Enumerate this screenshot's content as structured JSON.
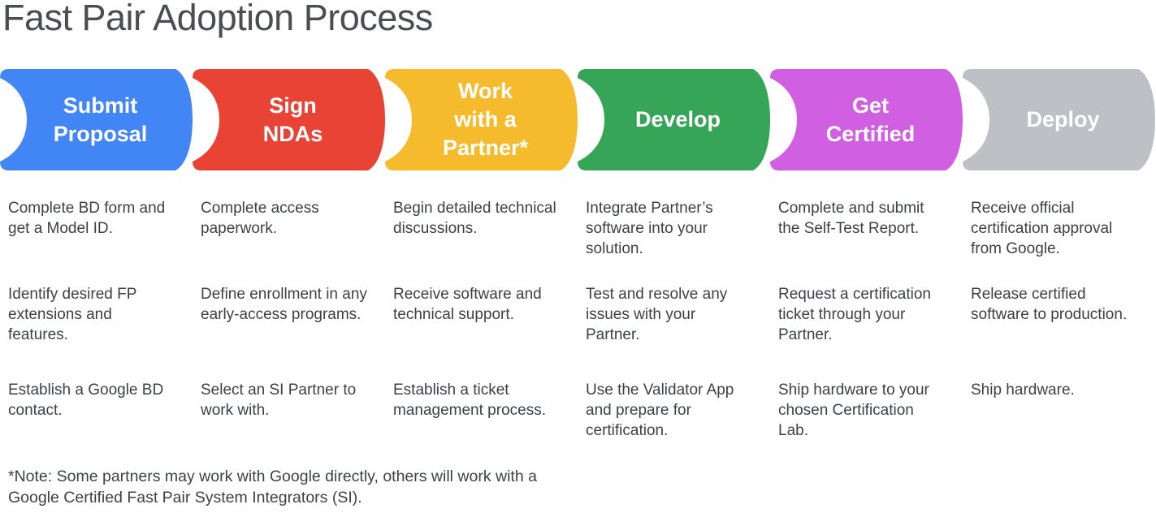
{
  "title": "Fast Pair Adoption Process",
  "footnote": "*Note: Some partners may work with Google directly, others will work with a Google Certified Fast Pair System Integrators (SI).",
  "stages": [
    {
      "label": "Submit\nProposal",
      "color": "#4285F4",
      "items": [
        "Complete BD form and get a Model ID.",
        "Identify desired FP extensions and features.",
        "Establish a Google BD contact."
      ]
    },
    {
      "label": "Sign\nNDAs",
      "color": "#E84335",
      "items": [
        "Complete access paperwork.",
        "Define enrollment in any early-access programs.",
        "Select an SI Partner to work with."
      ]
    },
    {
      "label": "Work\nwith a\nPartner*",
      "color": "#F6BB2C",
      "items": [
        "Begin detailed technical discussions.",
        "Receive software and technical support.",
        "Establish a ticket management process."
      ]
    },
    {
      "label": "Develop",
      "color": "#37A557",
      "items": [
        "Integrate Partner’s software into your solution.",
        "Test and resolve any issues with your Partner.",
        "Use the Validator App and prepare for certification."
      ]
    },
    {
      "label": "Get\nCertified",
      "color": "#D05FE2",
      "items": [
        "Complete and submit the Self-Test Report.",
        "Request a certification ticket through your Partner.",
        "Ship hardware to your chosen Certification Lab."
      ]
    },
    {
      "label": "Deploy",
      "color": "#BDC0C4",
      "items": [
        "Receive official certification approval from Google.",
        "Release certified software to production.",
        "Ship hardware."
      ]
    }
  ]
}
